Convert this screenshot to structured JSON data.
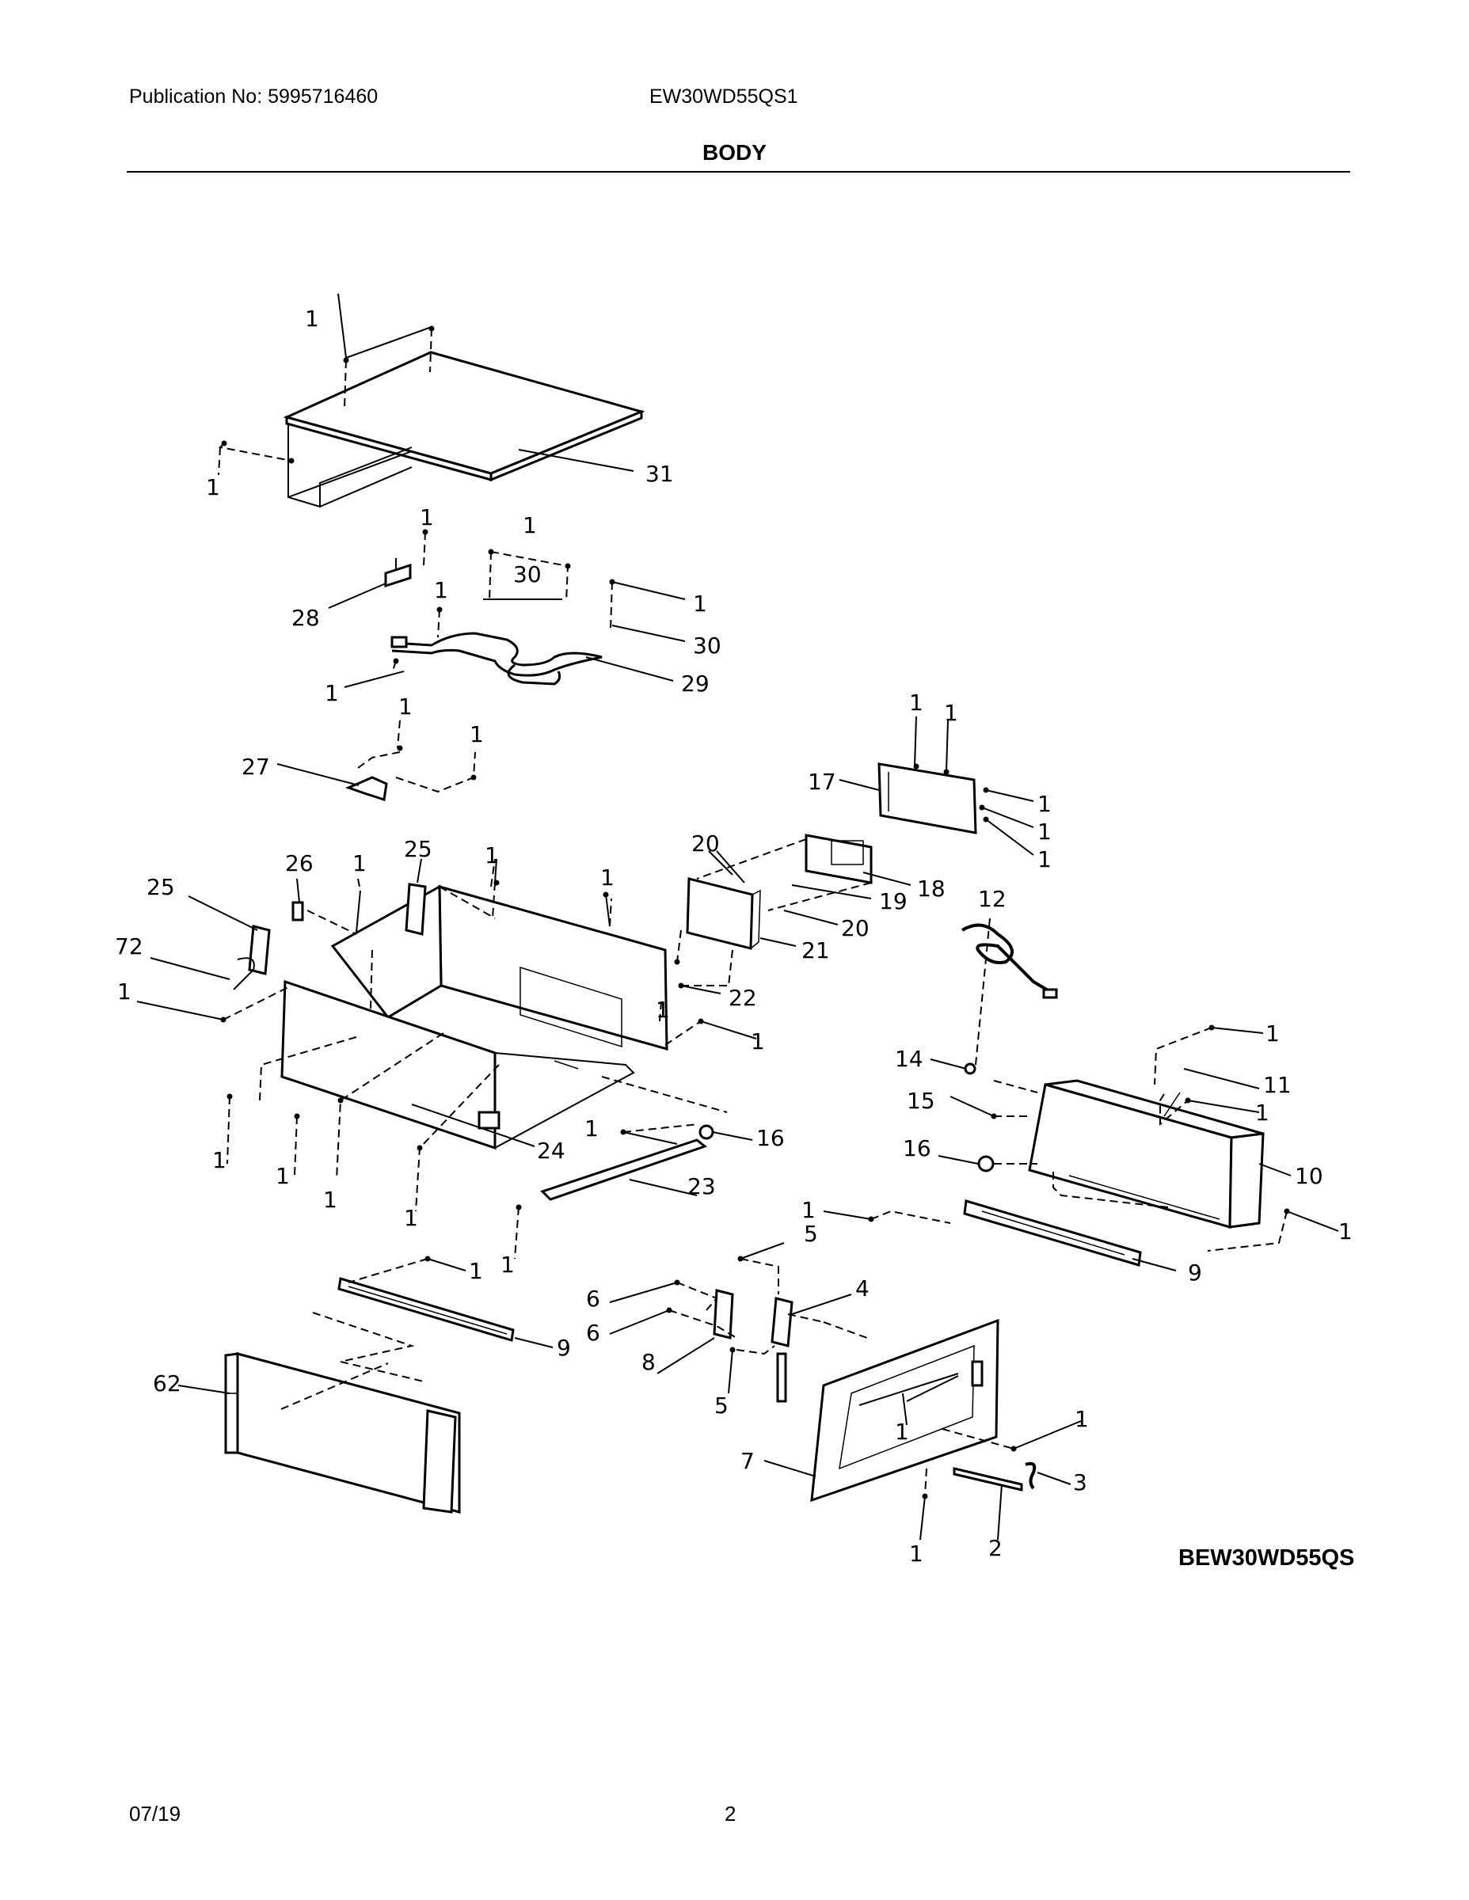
{
  "header": {
    "publication": "Publication No: 5995716460",
    "model": "EW30WD55QS1",
    "title": "BODY"
  },
  "diagram": {
    "code": "BEW30WD55QS",
    "callouts": {
      "c1a": "1",
      "c1b": "1",
      "c31": "31",
      "c1c": "1",
      "c1d": "1",
      "c30a": "30",
      "c28": "28",
      "c1e": "1",
      "c1f": "1",
      "c30b": "30",
      "c1g": "1",
      "c29": "29",
      "c1h": "1",
      "c1i": "1",
      "c27": "27",
      "c1j": "1",
      "c1k": "1",
      "c17": "17",
      "c1l": "1",
      "c1m": "1",
      "c1n": "1",
      "c20a": "20",
      "c18": "18",
      "c19": "19",
      "c20b": "20",
      "c21": "21",
      "c22": "22",
      "c1o": "1",
      "c25a": "25",
      "c26": "26",
      "c1p": "1",
      "c25b": "25",
      "c1q": "1",
      "c1r": "1",
      "c72": "72",
      "c1s": "1",
      "c12": "12",
      "c1t": "1",
      "c1u": "1",
      "c1v": "1",
      "c1w": "1",
      "c24": "24",
      "c1x": "1",
      "c1y": "1",
      "c16a": "16",
      "c23": "23",
      "c1z": "1",
      "c14": "14",
      "c15": "15",
      "c16b": "16",
      "c1aa": "1",
      "c11": "11",
      "c1ab": "1",
      "c10": "10",
      "c1ac": "1",
      "c1ad": "1",
      "c9a": "9",
      "c1ae": "1",
      "c9b": "9",
      "c62": "62",
      "c5a": "5",
      "c4": "4",
      "c6a": "6",
      "c6b": "6",
      "c8": "8",
      "c5b": "5",
      "c1af": "1",
      "c1ag": "1",
      "c3": "3",
      "c7": "7",
      "c1ah": "1",
      "c2": "2"
    }
  },
  "footer": {
    "date": "07/19",
    "page": "2"
  }
}
